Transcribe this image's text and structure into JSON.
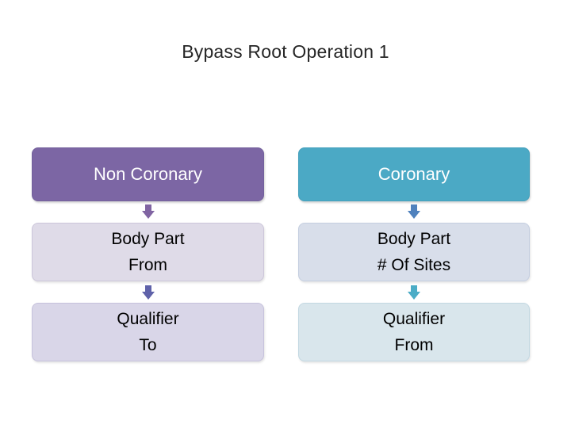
{
  "title": "Bypass Root Operation 1",
  "colors": {
    "header_purple": "#7C66A4",
    "header_teal": "#4BA9C5",
    "step_lavender_light": "#DFDBE8",
    "step_lavender_deep": "#D9D6E8",
    "step_blue_light": "#D8DEEA",
    "step_cyan_light": "#D9E6EC",
    "arrow_purple": "#8064A2",
    "arrow_indigo": "#5F62A9",
    "arrow_blue": "#4F81BD",
    "arrow_teal": "#4BACC6",
    "title_text": "#262626",
    "header_text": "#FFFFFF",
    "step_text": "#000000",
    "background": "#FFFFFF"
  },
  "columns": [
    {
      "header": "Non Coronary",
      "steps": [
        {
          "line1": "Body Part",
          "line2": "From"
        },
        {
          "line1": "Qualifier",
          "line2": "To"
        }
      ]
    },
    {
      "header": "Coronary",
      "steps": [
        {
          "line1": "Body Part",
          "line2": "# Of Sites"
        },
        {
          "line1": "Qualifier",
          "line2": "From"
        }
      ]
    }
  ]
}
